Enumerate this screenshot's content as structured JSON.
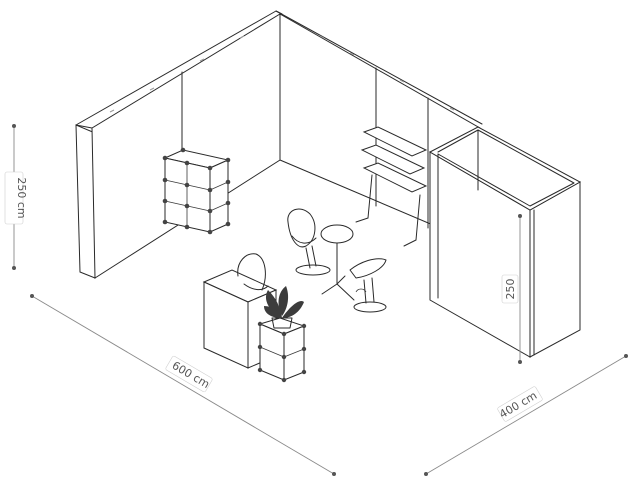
{
  "dimensions": {
    "height_left": "250 cm",
    "width_front": "600 cm",
    "depth_right": "400 cm",
    "height_right": "250"
  },
  "colors": {
    "line": "#2a2a2a",
    "dimension": "#8a8a8a",
    "background": "#ffffff"
  },
  "icons": {
    "plant": "potted-plant-icon",
    "chair": "shell-chair-icon",
    "table": "bistro-table-icon"
  }
}
